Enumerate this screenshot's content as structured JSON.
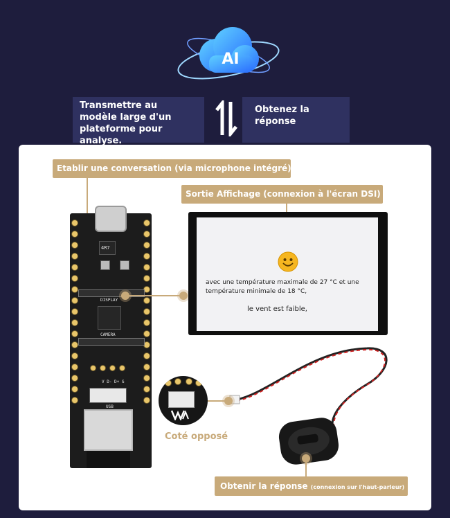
{
  "top": {
    "logo_text": "AI",
    "send_text": "Transmettre au modèle large d'un plateforme pour  analyse.",
    "receive_text": "Obtenez la réponse"
  },
  "labels": {
    "conversation": "Etablir une conversation (via microphone intégré)",
    "display": "Sortie Affichage (connexion à l'écran DSI)",
    "speaker_main": "Obtenir la réponse",
    "speaker_sub": "(connexion sur l'haut-parleur)",
    "opposite_side": "Coté opposé"
  },
  "screen": {
    "temperature": "avec une température maximale de 27 °C et une température minimale de 18 °C,",
    "wind": "le vent est faible,"
  },
  "board": {
    "silk_display": "DISPLAY",
    "silk_camera": "CAMERA",
    "silk_usb": "USB",
    "silk_pins": "V  D- D+ G",
    "chip_text": "4R7"
  },
  "colors": {
    "background": "#1e1d3d",
    "accent": "#c8aa7a",
    "top_box": "#2f3160"
  }
}
